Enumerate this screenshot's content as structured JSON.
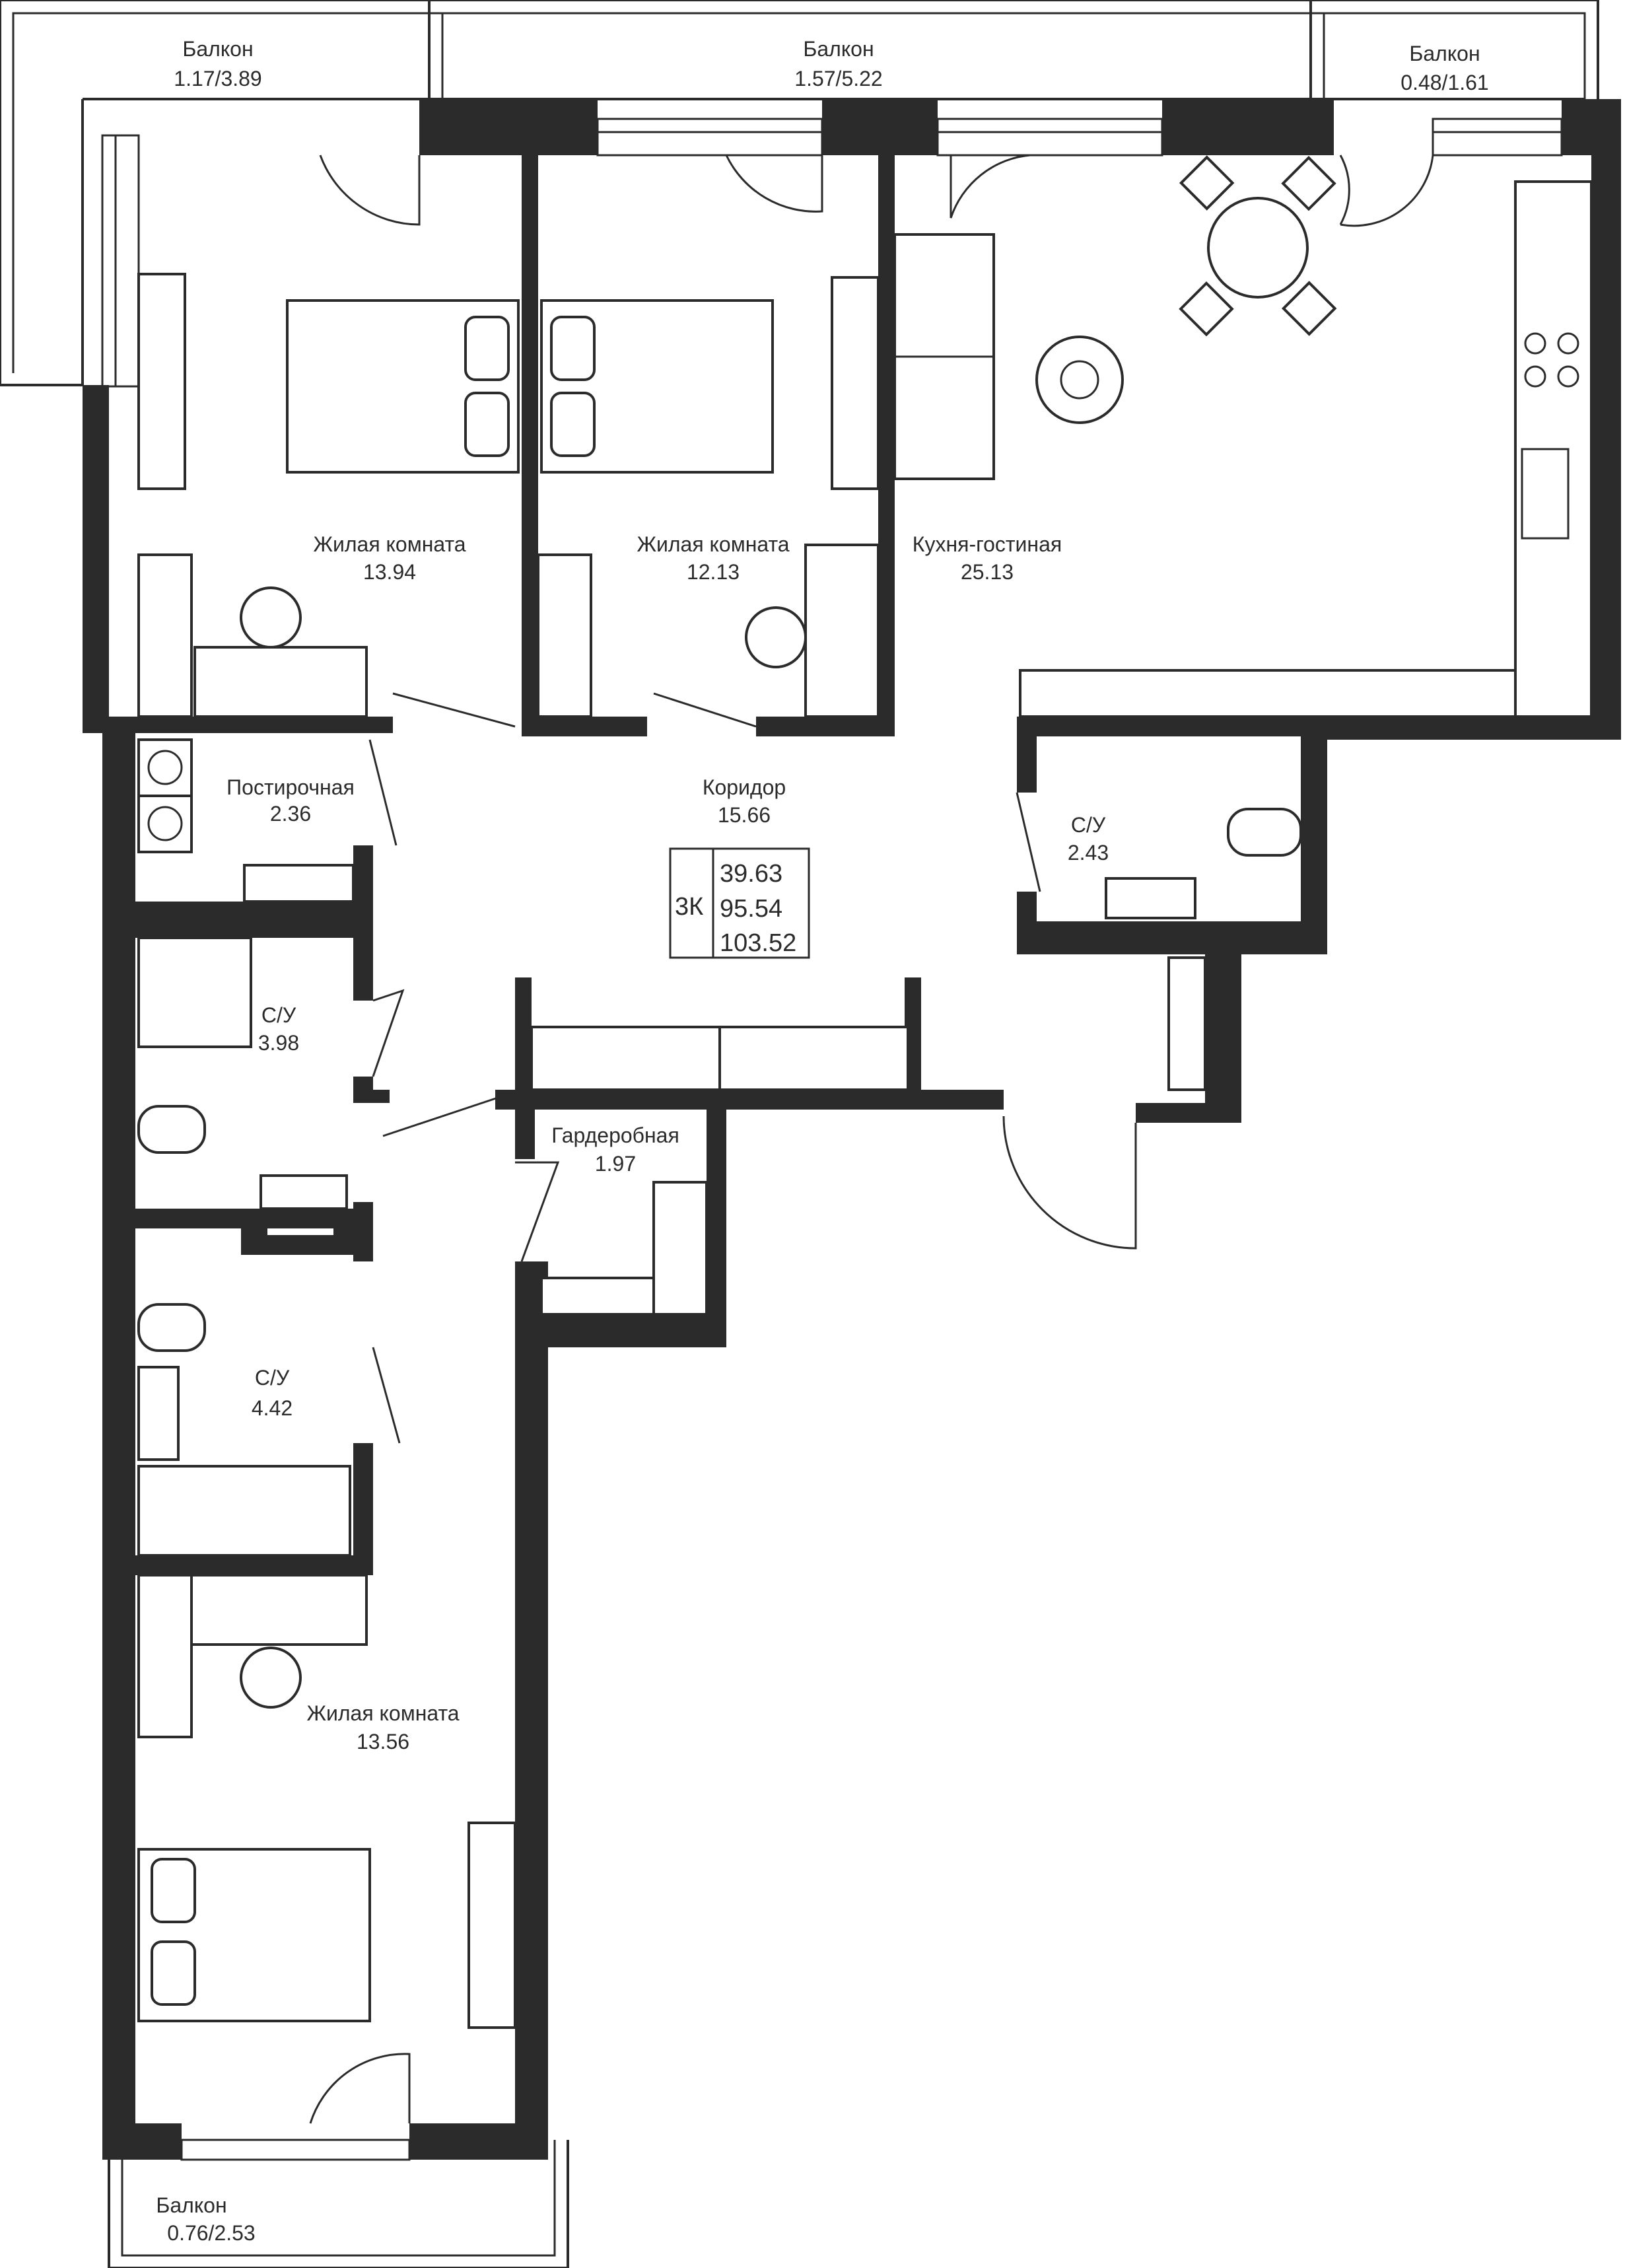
{
  "rooms": {
    "balcony_left": {
      "name": "Балкон",
      "area": "1.17/3.89"
    },
    "balcony_center": {
      "name": "Балкон",
      "area": "1.57/5.22"
    },
    "balcony_right": {
      "name": "Балкон",
      "area": "0.48/1.61"
    },
    "balcony_bottom": {
      "name": "Балкон",
      "area": "0.76/2.53"
    },
    "bedroom_1": {
      "name": "Жилая комната",
      "area": "13.94"
    },
    "bedroom_2": {
      "name": "Жилая комната",
      "area": "12.13"
    },
    "kitchen_living": {
      "name": "Кухня-гостиная",
      "area": "25.13"
    },
    "laundry": {
      "name": "Постирочная",
      "area": "2.36"
    },
    "corridor": {
      "name": "Коридор",
      "area": "15.66"
    },
    "bath_right": {
      "name": "С/У",
      "area": "2.43"
    },
    "bath_mid": {
      "name": "С/У",
      "area": "3.98"
    },
    "wardrobe": {
      "name": "Гардеробная",
      "area": "1.97"
    },
    "bath_low": {
      "name": "С/У",
      "area": "4.42"
    },
    "bedroom_3": {
      "name": "Жилая комната",
      "area": "13.56"
    }
  },
  "summary": {
    "type": "3К",
    "living_area": "39.63",
    "total_area": "95.54",
    "total_with_balconies": "103.52"
  },
  "colors": {
    "wall": "#2b2b2b",
    "background": "#ffffff"
  }
}
